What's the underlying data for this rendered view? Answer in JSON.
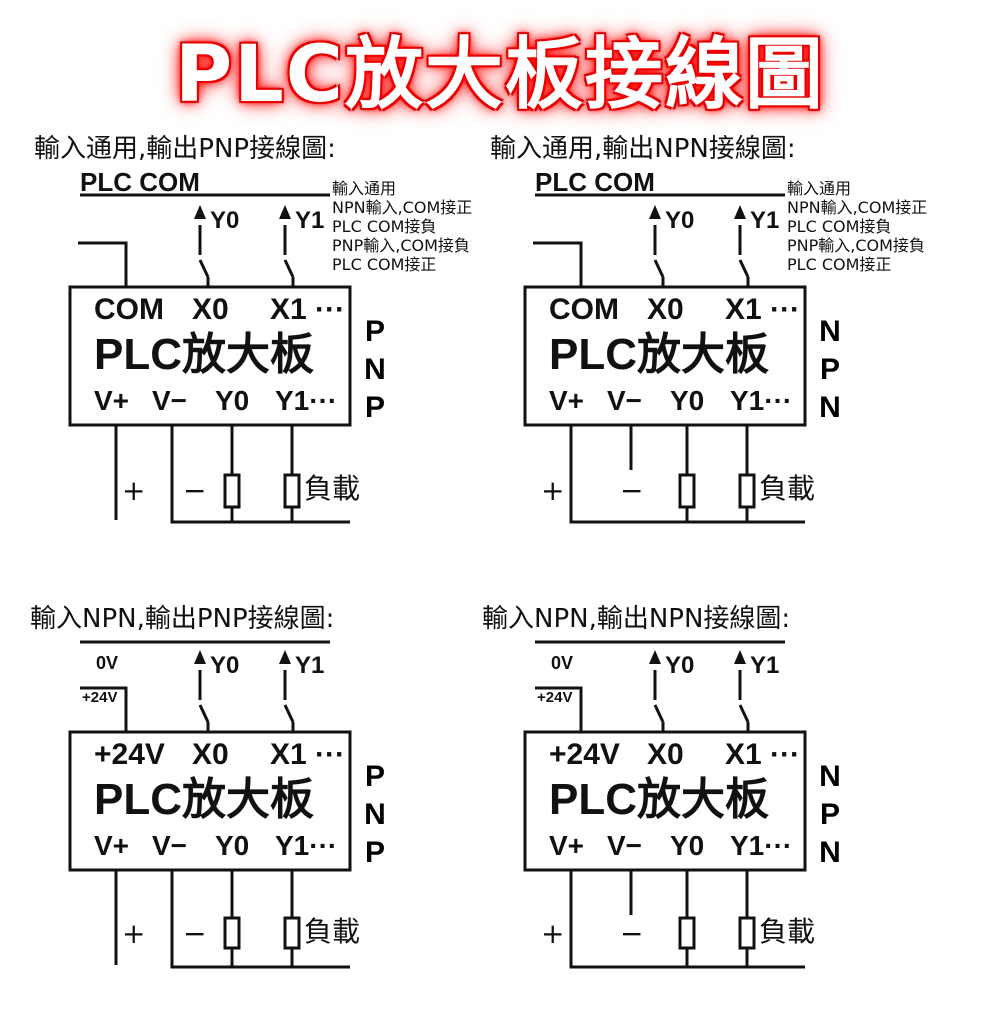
{
  "title": "PLC放大板接線圖",
  "colors": {
    "title_glow": "#ff0000",
    "line": "#111111"
  },
  "panels": [
    {
      "heading": "輸入通用,輸出PNP接線圖:",
      "rail_label": "PLC COM",
      "rail_low": "",
      "rail_high": "",
      "arrow_y0": "Y0",
      "arrow_y1": "Y1",
      "notes": [
        "輸入通用",
        "NPN輸入,COM接正",
        "PLC COM接負",
        "PNP輸入,COM接負",
        "PLC COM接正"
      ],
      "board_top": [
        "COM",
        "X0",
        "X1 ···"
      ],
      "board_name": "PLC放大板",
      "board_bottom": [
        "V+",
        "V−",
        "Y0",
        "Y1···"
      ],
      "output_type": [
        "P",
        "N",
        "P"
      ],
      "plus": "+",
      "minus": "−",
      "load": "負載"
    },
    {
      "heading": "輸入通用,輸出NPN接線圖:",
      "rail_label": "PLC COM",
      "rail_low": "",
      "rail_high": "",
      "arrow_y0": "Y0",
      "arrow_y1": "Y1",
      "notes": [
        "輸入通用",
        "NPN輸入,COM接正",
        "PLC COM接負",
        "PNP輸入,COM接負",
        "PLC COM接正"
      ],
      "board_top": [
        "COM",
        "X0",
        "X1 ···"
      ],
      "board_name": "PLC放大板",
      "board_bottom": [
        "V+",
        "V−",
        "Y0",
        "Y1···"
      ],
      "output_type": [
        "N",
        "P",
        "N"
      ],
      "plus": "+",
      "minus": "−",
      "load": "負載"
    },
    {
      "heading": "輸入NPN,輸出PNP接線圖:",
      "rail_label": "",
      "rail_low": "0V",
      "rail_high": "+24V",
      "arrow_y0": "Y0",
      "arrow_y1": "Y1",
      "notes": [],
      "board_top": [
        "+24V",
        "X0",
        "X1 ···"
      ],
      "board_name": "PLC放大板",
      "board_bottom": [
        "V+",
        "V−",
        "Y0",
        "Y1···"
      ],
      "output_type": [
        "P",
        "N",
        "P"
      ],
      "plus": "+",
      "minus": "−",
      "load": "負載"
    },
    {
      "heading": "輸入NPN,輸出NPN接線圖:",
      "rail_label": "",
      "rail_low": "0V",
      "rail_high": "+24V",
      "arrow_y0": "Y0",
      "arrow_y1": "Y1",
      "notes": [],
      "board_top": [
        "+24V",
        "X0",
        "X1 ···"
      ],
      "board_name": "PLC放大板",
      "board_bottom": [
        "V+",
        "V−",
        "Y0",
        "Y1···"
      ],
      "output_type": [
        "N",
        "P",
        "N"
      ],
      "plus": "+",
      "minus": "−",
      "load": "負載"
    }
  ]
}
